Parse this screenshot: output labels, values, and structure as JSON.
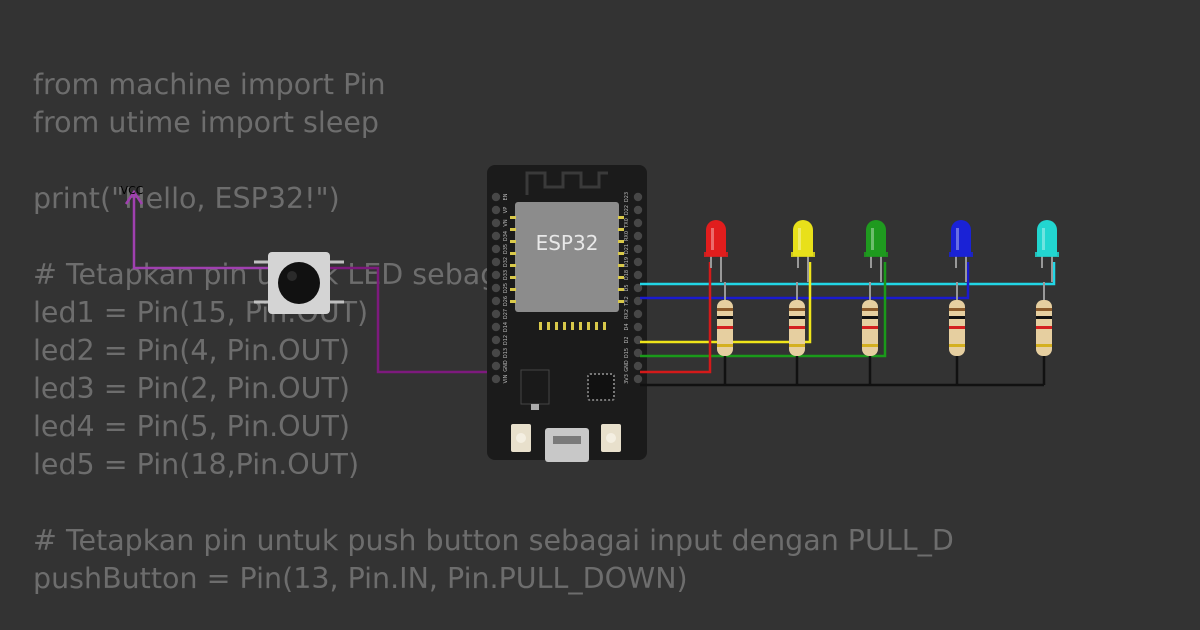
{
  "code": {
    "lines": [
      "from machine import Pin",
      "from utime import sleep",
      "",
      "print(\"Hello, ESP32!\")",
      "",
      "# Tetapkan pin untuk LED sebagai output",
      "led1 = Pin(15, Pin.OUT)",
      "led2 = Pin(4, Pin.OUT)",
      "led3 = Pin(2, Pin.OUT)",
      "led4 = Pin(5, Pin.OUT)",
      "led5 = Pin(18,Pin.OUT)",
      "",
      "# Tetapkan pin untuk push button sebagai input dengan PULL_D",
      "pushButton = Pin(13, Pin.IN, Pin.PULL_DOWN)"
    ]
  },
  "circuit": {
    "board_label": "ESP32",
    "vcc_label": "VCC",
    "left_pins": [
      "EN",
      "VP",
      "VN",
      "D34",
      "D35",
      "D32",
      "D33",
      "D25",
      "D26",
      "D27",
      "D14",
      "D12",
      "D13",
      "GND",
      "VIN"
    ],
    "right_pins": [
      "D23",
      "D22",
      "TX0",
      "RX0",
      "D21",
      "D19",
      "D18",
      "D5",
      "TX2",
      "RX2",
      "D4",
      "D2",
      "D15",
      "GND",
      "3V3"
    ],
    "leds": [
      {
        "name": "led-red",
        "color": "#e11d1d"
      },
      {
        "name": "led-yellow",
        "color": "#e8e01a"
      },
      {
        "name": "led-green",
        "color": "#1f9a1f"
      },
      {
        "name": "led-blue",
        "color": "#1a22d6"
      },
      {
        "name": "led-cyan",
        "color": "#22d6d0"
      }
    ],
    "wire_colors": {
      "button_signal": "#7d1a7d",
      "vcc": "#a040b0",
      "cyan": "#22d6e6",
      "blue": "#1a1ad0",
      "yellow": "#f0e61a",
      "green": "#1a9a1a",
      "red": "#d41a1a",
      "ground": "#111111"
    }
  }
}
